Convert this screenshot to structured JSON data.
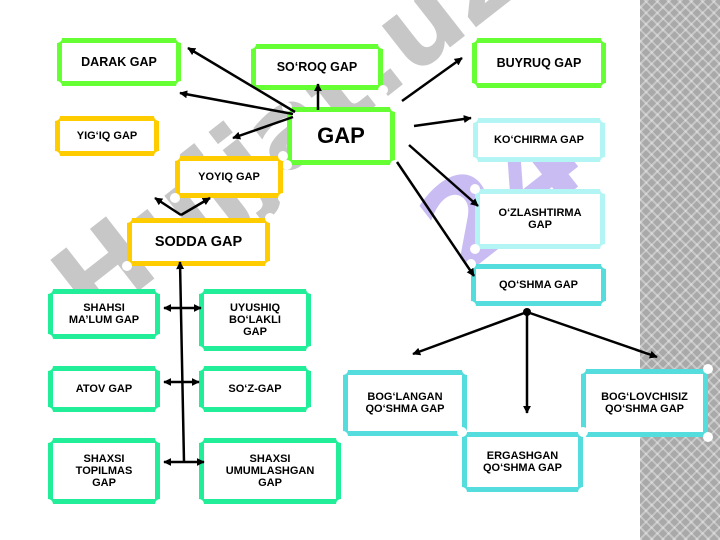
{
  "watermark": "Hujjat.uz",
  "watermark_accent": "24",
  "colors": {
    "green": "#66ff33",
    "yellow": "#ffcc00",
    "cyan": "#b3f5f5",
    "teal": "#55dddd",
    "mint": "#22ee99"
  },
  "nodes": {
    "darak": "DARAK  GAP",
    "soroq": "SO‘ROQ  GAP",
    "buyruq": "BUYRUQ GAP",
    "yigiq": "YIG‘IQ GAP",
    "gap": "GAP",
    "kochirma": "KO‘CHIRMA GAP",
    "yoyiq": "YOYIQ  GAP",
    "ozlashtirma": "O‘ZLASHTIRMA GAP",
    "sodda": "SODDA  GAP",
    "qoshma": "QO‘SHMA  GAP",
    "shahsi_malum": "SHAHSI MA’LUM GAP",
    "uyushiq": "UYUSHIQ BO‘LAKLI GAP",
    "atov": "ATOV GAP",
    "soz": "SO‘Z-GAP",
    "boglangan": "BOG‘LANGAN QO‘SHMA GAP",
    "boglovchisiz": "BOG‘LOVCHISIZ QO‘SHMA GAP",
    "shaxsi_topilmas": "SHAXSI TOPILMAS GAP",
    "shaxsi_umumlashgan": "SHAXSI UMUMLASHGAN GAP",
    "ergashgan": "ERGASHGAN QO‘SHMA GAP"
  }
}
